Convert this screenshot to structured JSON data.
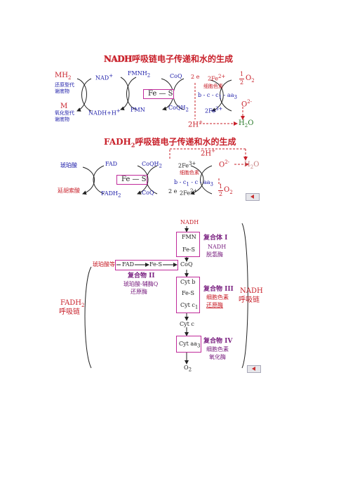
{
  "section1": {
    "title_prefix": "NADH",
    "title_rest": "呼吸链电子传递和水的生成",
    "mh2": "MH",
    "mh2_sub": "2",
    "reduced_substrate": [
      "还原型代",
      "谢底物"
    ],
    "m": "M",
    "oxidized_substrate": [
      "氧化型代",
      "谢底物"
    ],
    "nad_plus": "NAD",
    "nad_plus_sup": "+",
    "nadh_h": "NADH+H",
    "nadh_h_sup": "+",
    "fmnh2": "FMNH",
    "fmnh2_sub": "2",
    "fmn": "FMN",
    "fe_s": "Fe — S",
    "coq": "CoQ",
    "coqh2": "CoQH",
    "coqh2_sub": "2",
    "two_e": "2 e",
    "two_fe2": "2Fe",
    "two_fe2_sup": "2+",
    "cytochrome": "细胞色素",
    "cyt_chain": "b - c - c",
    "cyt_chain_sub": "1",
    "cyt_chain_end": " - aa",
    "cyt_chain_end_sub": "3",
    "two_fe3": "2Fe",
    "two_fe3_sup": "3+",
    "half": "1",
    "half_den": "2",
    "o2": "O",
    "o2_sub": "2",
    "o2minus": "O",
    "o2minus_sup": "2-",
    "two_h": "2H",
    "two_h_sup": "+",
    "h2o": "H",
    "h2o_sub": "2",
    "h2o_end": "O"
  },
  "section2": {
    "title_prefix": "FADH",
    "title_sub": "2",
    "title_rest": "呼吸链电子传递和水的生成",
    "succinate": "琥珀酸",
    "fumarate": "延胡索酸",
    "fad": "FAD",
    "fadh2": "FADH",
    "fadh2_sub": "2",
    "coqh2": "CoQH",
    "coqh2_sub": "2",
    "coq": "CoQ",
    "fe_s": "Fe — S",
    "two_fe3": "2Fe",
    "two_fe3_sup": "3+",
    "cytochrome": "细胞色素",
    "cyt_chain": "b - c",
    "cyt_chain_sub": "1",
    "cyt_chain_mid": " - c - aa",
    "cyt_chain_mid_sub": "3",
    "two_e": "2 e",
    "two_fe2": "2Fe",
    "two_fe2_sup": "2+",
    "two_h": "2H",
    "two_h_sup": "+",
    "o2minus": "O",
    "o2minus_sup": "2-",
    "h2o": "H",
    "h2o_sub": "2",
    "h2o_end": "O",
    "half": "1",
    "half_den": "2",
    "o2": "O",
    "o2_sub": "2"
  },
  "section3": {
    "nadh": "NADH",
    "fmn": "FMN",
    "fes1": "Fe-S",
    "complex1": "复合体 I",
    "complex1_desc": [
      "NADH",
      "脱氢酶"
    ],
    "succinate_etc": "琥珀酸等",
    "fad": "FAD",
    "fes2": "Fe-S",
    "coq": "CoQ",
    "complex2": "复合物 II",
    "complex2_desc": [
      "琥珀酸-辅酶Q",
      "还原酶"
    ],
    "cytb": "Cyt b",
    "fes3": "Fe-S",
    "cytc1": "Cyt c",
    "cytc1_sub": "1",
    "complex3": "复合物 III",
    "complex3_desc": [
      "细胞色素",
      "还原酶"
    ],
    "cytc": "Cyt c",
    "cytaa3": "Cyt aa",
    "cytaa3_sub": "3",
    "complex4": "复合物 IV",
    "complex4_desc": [
      "细胞色素",
      "氧化酶"
    ],
    "o2": "O",
    "o2_sub": "2",
    "fadh2_chain": [
      "FADH",
      "呼吸链"
    ],
    "fadh2_sub": "2",
    "nadh_chain": [
      "NADH",
      "呼吸链"
    ]
  },
  "colors": {
    "red": "#c8202a",
    "blue": "#1a1aa8",
    "purple": "#7a2080",
    "box_border": "#c02a9a",
    "dashed": "#c8202a"
  }
}
